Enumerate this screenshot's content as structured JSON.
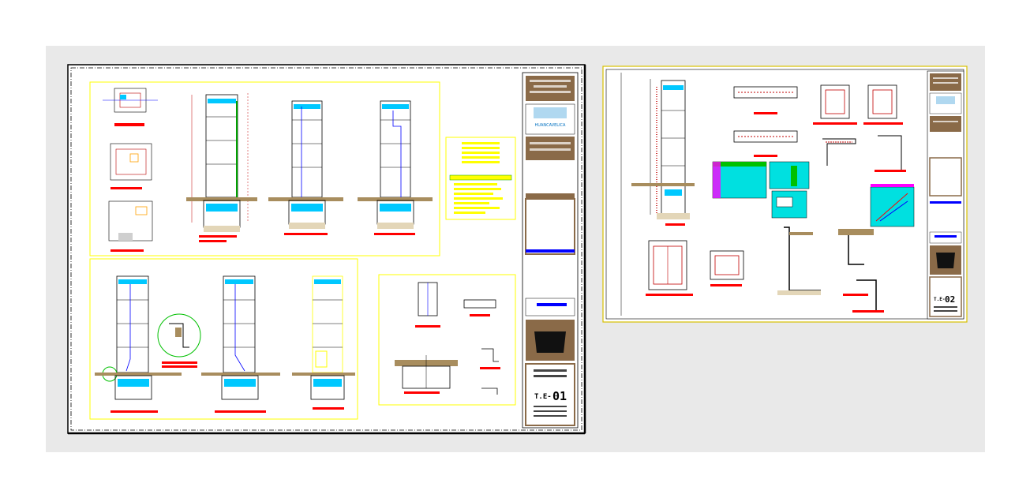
{
  "sheets": [
    {
      "id": "sheet-1",
      "code": "T.E-01",
      "prefix": "T.E",
      "number": "01"
    },
    {
      "id": "sheet-2",
      "code": "T.E-02",
      "prefix": "T.E",
      "number": "02"
    }
  ],
  "logo_text": "HUANCAVELICA",
  "colors": {
    "background": "#ffffff",
    "paper": "#e9e9e9",
    "frame": "#000000",
    "title_red": "#ff0000",
    "water": "#00c8ff",
    "pipe_blue": "#0000ff",
    "highlight_yellow": "#ffff00",
    "dim_red": "#c00000",
    "ground": "#a88d5e",
    "rebar_green": "#00a000",
    "block_brown": "#8a6a48"
  }
}
